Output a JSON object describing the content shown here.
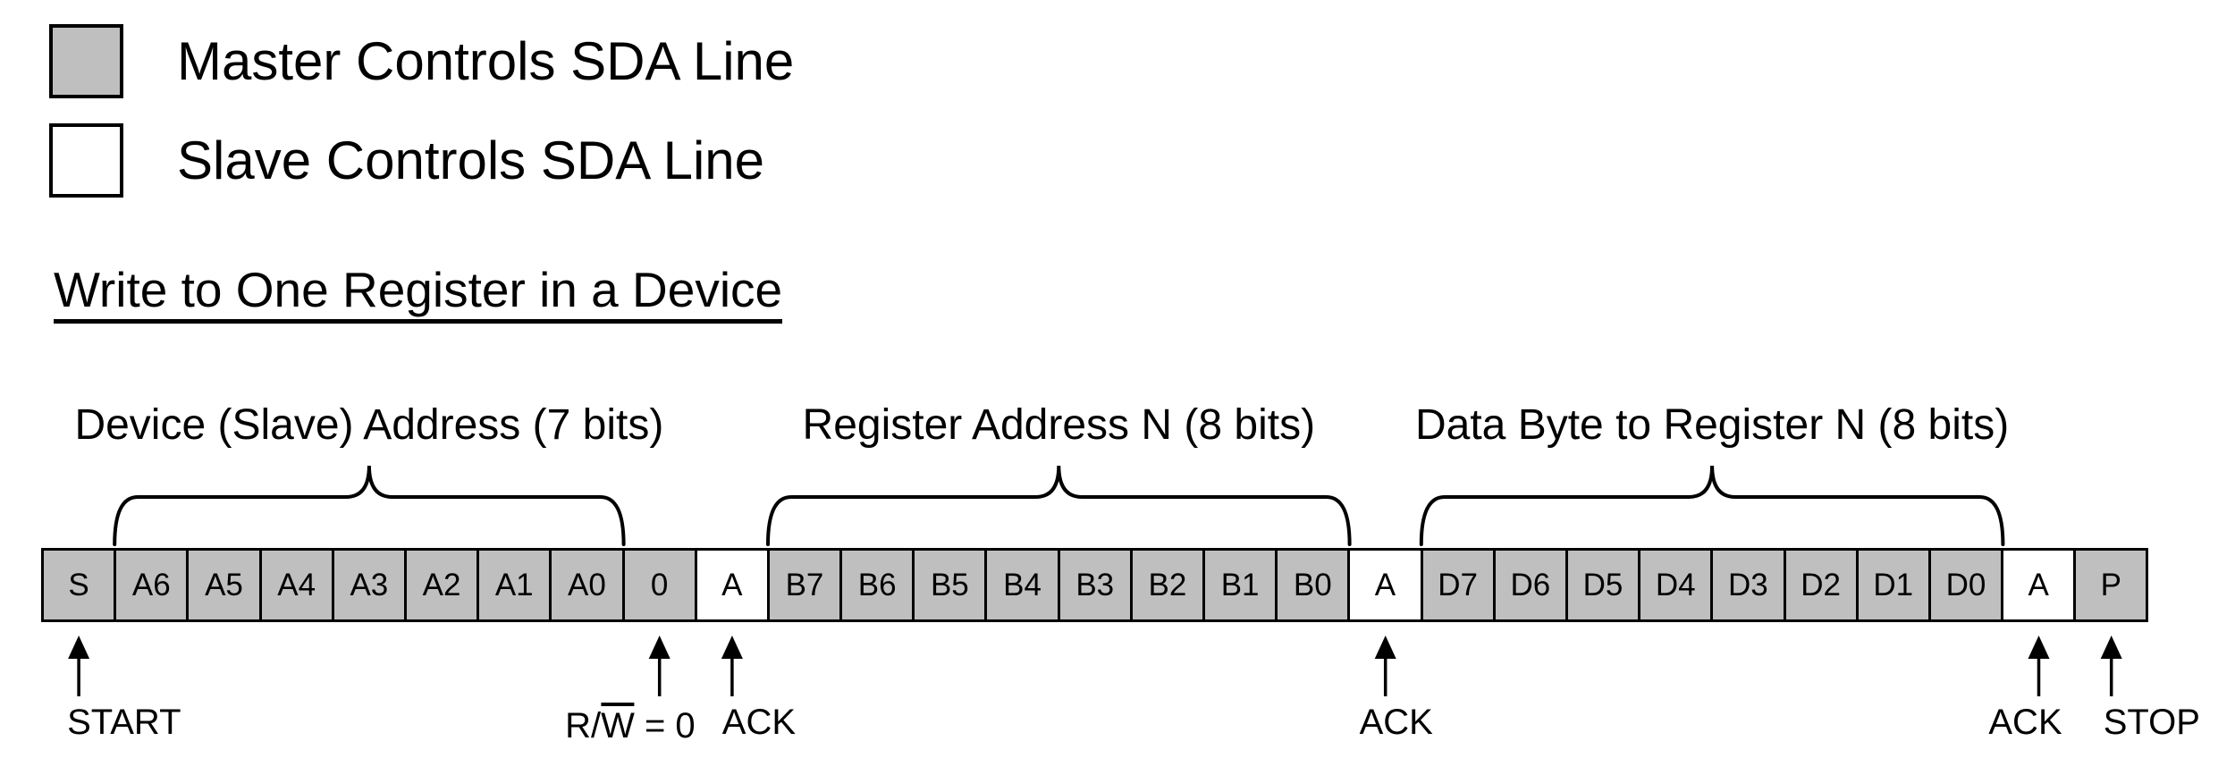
{
  "title": "Write to One Register in a Device",
  "colors": {
    "master_fill": "#bfbfbf",
    "slave_fill": "#ffffff",
    "outline": "#000000"
  },
  "legend": {
    "items": [
      {
        "id": "master",
        "label": "Master Controls SDA Line"
      },
      {
        "id": "slave",
        "label": "Slave Controls SDA Line"
      }
    ]
  },
  "frame": {
    "cells": [
      {
        "label": "S",
        "owner": "master"
      },
      {
        "label": "A6",
        "owner": "master"
      },
      {
        "label": "A5",
        "owner": "master"
      },
      {
        "label": "A4",
        "owner": "master"
      },
      {
        "label": "A3",
        "owner": "master"
      },
      {
        "label": "A2",
        "owner": "master"
      },
      {
        "label": "A1",
        "owner": "master"
      },
      {
        "label": "A0",
        "owner": "master"
      },
      {
        "label": "0",
        "owner": "master"
      },
      {
        "label": "A",
        "owner": "slave"
      },
      {
        "label": "B7",
        "owner": "master"
      },
      {
        "label": "B6",
        "owner": "master"
      },
      {
        "label": "B5",
        "owner": "master"
      },
      {
        "label": "B4",
        "owner": "master"
      },
      {
        "label": "B3",
        "owner": "master"
      },
      {
        "label": "B2",
        "owner": "master"
      },
      {
        "label": "B1",
        "owner": "master"
      },
      {
        "label": "B0",
        "owner": "master"
      },
      {
        "label": "A",
        "owner": "slave"
      },
      {
        "label": "D7",
        "owner": "master"
      },
      {
        "label": "D6",
        "owner": "master"
      },
      {
        "label": "D5",
        "owner": "master"
      },
      {
        "label": "D4",
        "owner": "master"
      },
      {
        "label": "D3",
        "owner": "master"
      },
      {
        "label": "D2",
        "owner": "master"
      },
      {
        "label": "D1",
        "owner": "master"
      },
      {
        "label": "D0",
        "owner": "master"
      },
      {
        "label": "A",
        "owner": "slave"
      },
      {
        "label": "P",
        "owner": "master"
      }
    ],
    "sections": [
      {
        "label": "Device (Slave) Address (7 bits)",
        "from_cell": 1,
        "to_cell": 7
      },
      {
        "label": "Register Address N (8 bits)",
        "from_cell": 10,
        "to_cell": 17
      },
      {
        "label": "Data Byte to Register N (8 bits)",
        "from_cell": 19,
        "to_cell": 26
      }
    ],
    "annotations": [
      {
        "label": "START",
        "cell": 0
      },
      {
        "label": "R/W = 0",
        "cell": 8,
        "overline": "W"
      },
      {
        "label": "ACK",
        "cell": 9
      },
      {
        "label": "ACK",
        "cell": 18
      },
      {
        "label": "ACK",
        "cell": 27
      },
      {
        "label": "STOP",
        "cell": 28
      }
    ]
  }
}
